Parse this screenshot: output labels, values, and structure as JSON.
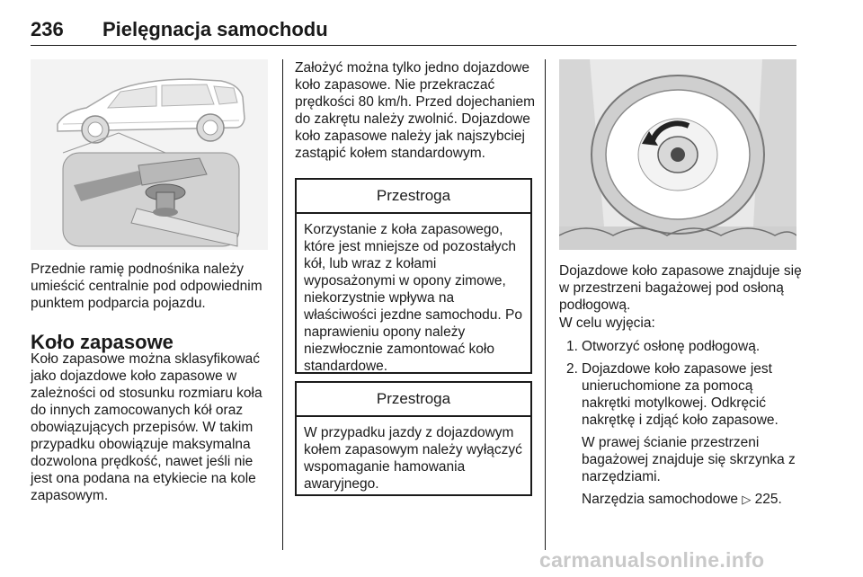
{
  "header": {
    "page_number": "236",
    "chapter_title": "Pielęgnacja samochodu"
  },
  "left_column": {
    "figure_caption": "Przednie ramię podnośnika należy umieścić centralnie pod odpowiednim punktem podparcia pojazdu.",
    "section_heading": "Koło zapasowe",
    "section_text": "Koło zapasowe można sklasyfikować jako dojazdowe koło zapasowe w zależności od stosunku rozmiaru koła do innych zamocowanych kół oraz obowiązujących przepisów. W takim przypadku obowiązuje maksymalna dozwolona prędkość, nawet jeśli nie jest ona podana na etykiecie na kole zapasowym."
  },
  "middle_column": {
    "intro_text": "Założyć można tylko jedno dojazdowe koło zapasowe. Nie przekraczać prędkości 80 km/h. Przed dojechaniem do zakrętu należy zwolnić. Dojazdowe koło zapasowe należy jak najszybciej zastąpić kołem standardowym.",
    "cautions": [
      {
        "title": "Przestroga",
        "text": "Korzystanie z koła zapasowego, które jest mniejsze od pozostałych kół, lub wraz z kołami wyposażonymi w opony zimowe, niekorzystnie wpływa na właściwości jezdne samochodu. Po naprawieniu opony należy niezwłocznie zamontować koło standardowe."
      },
      {
        "title": "Przestroga",
        "text": "W przypadku jazdy z dojazdowym kołem zapasowym należy wyłączyć wspomaganie hamowania awaryjnego."
      }
    ]
  },
  "right_column": {
    "figure_caption": "Dojazdowe koło zapasowe znajduje się w przestrzeni bagażowej pod osłoną podłogową.",
    "removal_intro": "W celu wyjęcia:",
    "steps": [
      {
        "number": "1.",
        "text": "Otworzyć osłonę podłogową."
      },
      {
        "number": "2.",
        "text": "Dojazdowe koło zapasowe jest unieruchomione za pomocą nakrętki motylkowej. Odkręcić nakrętkę i zdjąć koło zapasowe.",
        "note": "W prawej ścianie przestrzeni bagażowej znajduje się skrzynka z narzędziami.",
        "ref_text": "Narzędzia samochodowe",
        "ref_icon": "arrow-right-icon",
        "ref_page": "225."
      }
    ]
  },
  "watermark": "carmanualsonline.info"
}
